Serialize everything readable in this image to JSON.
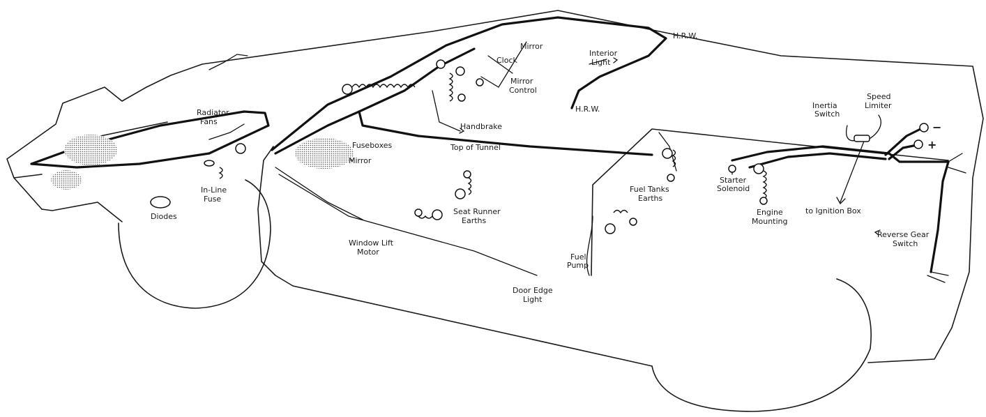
{
  "labels": {
    "radiator_fans": [
      "Radiator",
      "Fans"
    ],
    "diodes": "Diodes",
    "inline_fuse": [
      "In-Line",
      "Fuse"
    ],
    "fuseboxes": "Fuseboxes",
    "mirror_lower": "Mirror",
    "window_lift_motor": [
      "Window Lift",
      "Motor"
    ],
    "seat_runner_earths": [
      "Seat Runner",
      "Earths"
    ],
    "handbrake": "Handbrake",
    "top_of_tunnel": "Top  of  Tunnel",
    "clock": "Clock",
    "mirror_upper": "Mirror",
    "mirror_control": [
      "Mirror",
      "Control"
    ],
    "interior_light": [
      "Interior",
      "Light"
    ],
    "hrw_top": "H.R.W.",
    "hrw_mid": "H.R.W.",
    "door_edge_light": [
      "Door Edge",
      "Light"
    ],
    "fuel_pump": [
      "Fuel",
      "Pump"
    ],
    "fuel_tanks_earths": [
      "Fuel Tanks",
      "Earths"
    ],
    "starter_solenoid": [
      "Starter",
      "Solenoid"
    ],
    "engine_mounting": [
      "Engine",
      "Mounting"
    ],
    "inertia_switch": [
      "Inertia",
      "Switch"
    ],
    "speed_limiter": [
      "Speed",
      "Limiter"
    ],
    "to_ignition_box": "to  Ignition Box",
    "reverse_gear_switch": [
      "Reverse Gear",
      "Switch"
    ],
    "battery_negative": "−",
    "battery_positive": "+"
  }
}
